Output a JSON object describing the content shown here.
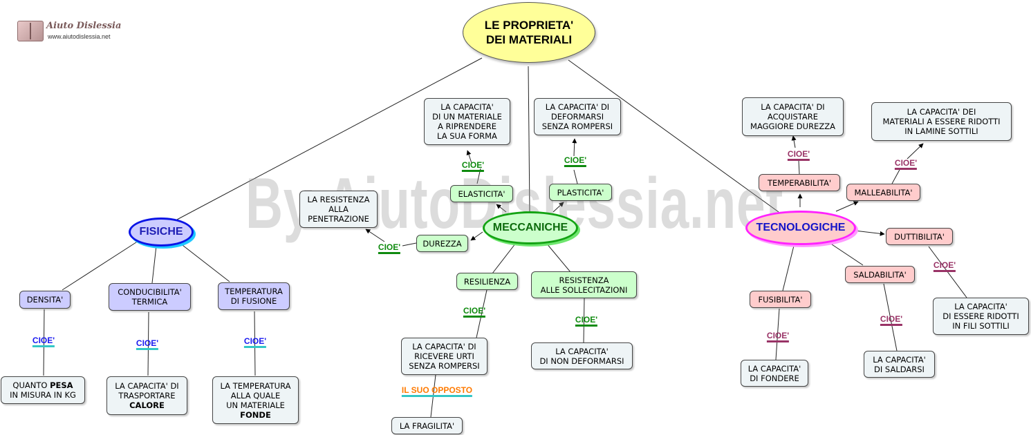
{
  "logo": {
    "name": "Aiuto Dislessia",
    "url": "www.aiutodislessia.net"
  },
  "watermark": "By AiutoDislessia.net",
  "title": "LE PROPRIETA'\nDEI MATERIALI",
  "hubs": {
    "fisiche": "FISICHE",
    "meccaniche": "MECCANICHE",
    "tecnologiche": "TECNOLOGICHE"
  },
  "nodes": {
    "densita": "DENSITA'",
    "conducibilita": "CONDUCIBILITA'\nTERMICA",
    "temperatura_fusione": "TEMPERATURA\nDI FUSIONE",
    "quanto_pesa": {
      "pre": "QUANTO ",
      "bold": "PESA",
      "post": "\nIN MISURA IN KG"
    },
    "trasportare_calore": {
      "pre": "LA CAPACITA' DI\nTRASPORTARE\n",
      "bold": "CALORE",
      "post": ""
    },
    "temperatura_fonde": {
      "pre": "LA TEMPERATURA\nALLA QUALE\nUN MATERIALE\n",
      "bold": "FONDE",
      "post": ""
    },
    "elasticita": "ELASTICITA'",
    "plasticita": "PLASTICITA'",
    "durezza": "DUREZZA",
    "resilienza": "RESILIENZA",
    "resistenza_sollecitazioni": "RESISTENZA\nALLE SOLLECITAZIONI",
    "def_elasticita": "LA CAPACITA'\nDI UN MATERIALE\nA RIPRENDERE\nLA SUA FORMA",
    "def_plasticita": "LA CAPACITA' DI\nDEFORMARSI\nSENZA ROMPERSI",
    "def_durezza": "LA RESISTENZA\nALLA\nPENETRAZIONE",
    "def_resilienza": "LA CAPACITA' DI\nRICEVERE URTI\nSENZA ROMPERSI",
    "fragilita": "LA FRAGILITA'",
    "def_resistenza": "LA CAPACITA'\nDI NON DEFORMARSI",
    "temperabilita": "TEMPERABILITA'",
    "malleabilita": "MALLEABILITA'",
    "duttibilita": "DUTTIBILITA'",
    "saldabilita": "SALDABILITA'",
    "fusibilita": "FUSIBILITA'",
    "def_temperabilita": "LA CAPACITA' DI\nACQUISTARE\nMAGGIORE DUREZZA",
    "def_malleabilita": "LA CAPACITA' DEI\nMATERIALI A ESSERE RIDOTTI\nIN LAMINE SOTTILI",
    "def_duttibilita": "LA CAPACITA'\nDI ESSERE RIDOTTI\nIN FILI SOTTILI",
    "def_saldabilita": "LA CAPACITA'\nDI SALDARSI",
    "def_fusibilita": "LA CAPACITA'\nDI FONDERE"
  },
  "link_labels": {
    "cioe": "CIOE'",
    "suo_opposto": "IL SUO OPPOSTO"
  },
  "colors": {
    "title_fill": "#ffff99",
    "fisiche": "#0a14e6",
    "meccaniche": "#13a313",
    "tecnologiche": "#ff22ff",
    "cioe_blue": "#1a1af0",
    "cioe_green": "#0e8a0e",
    "cioe_purple": "#993366",
    "opposto": "#ff7a00"
  }
}
